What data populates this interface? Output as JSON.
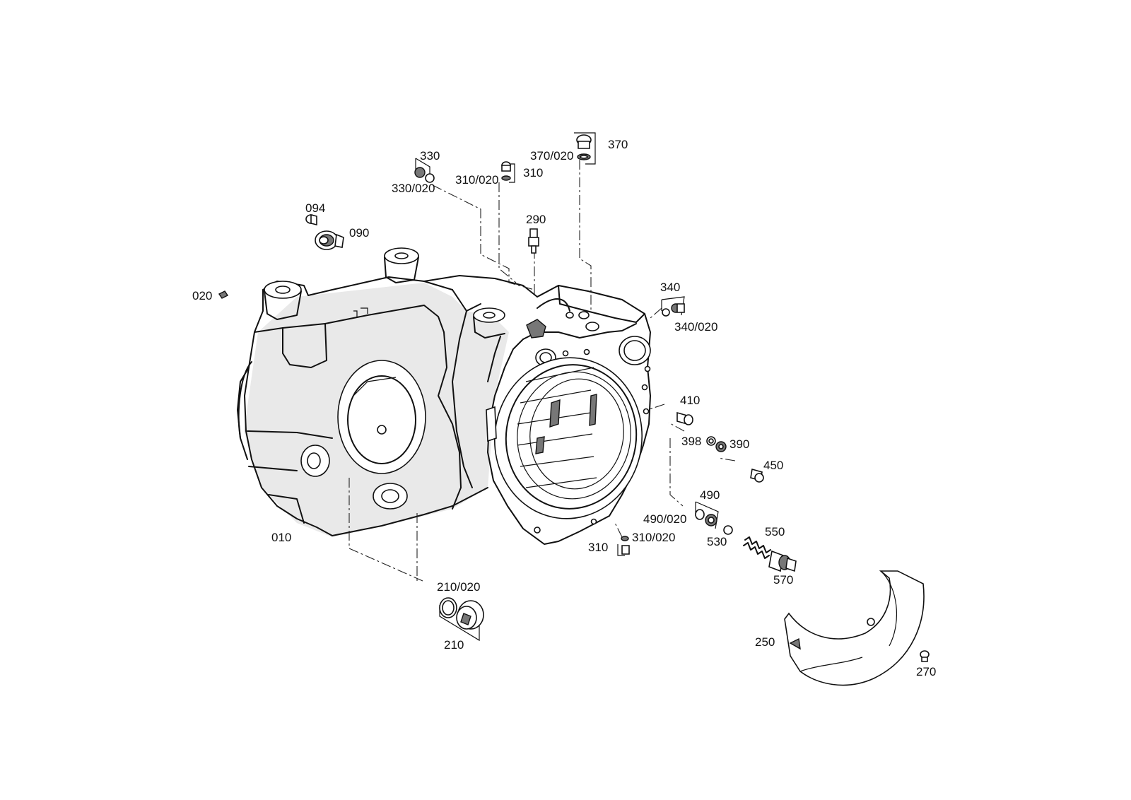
{
  "diagram": {
    "labels": {
      "p010": "010",
      "p020": "020",
      "p090": "090",
      "p094": "094",
      "p210": "210",
      "p210_020": "210/020",
      "p250": "250",
      "p270": "270",
      "p290": "290",
      "p310_top": "310",
      "p310_020_top": "310/020",
      "p310_bottom": "310",
      "p310_020_bottom": "310/020",
      "p330": "330",
      "p330_020": "330/020",
      "p340": "340",
      "p340_020": "340/020",
      "p370": "370",
      "p370_020": "370/020",
      "p390": "390",
      "p398": "398",
      "p410": "410",
      "p450": "450",
      "p490": "490",
      "p490_020": "490/020",
      "p530": "530",
      "p550": "550",
      "p570": "570"
    }
  }
}
